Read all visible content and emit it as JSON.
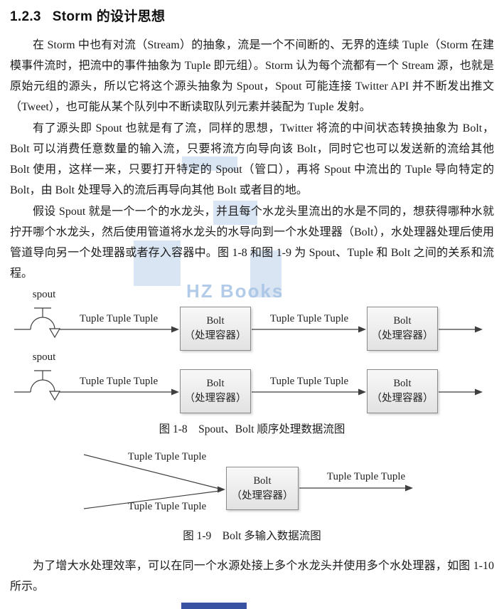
{
  "heading": {
    "number": "1.2.3",
    "title": "Storm 的设计思想"
  },
  "paragraphs": [
    "在 Storm 中也有对流（Stream）的抽象，流是一个不间断的、无界的连续 Tuple（Storm 在建模事件流时，把流中的事件抽象为 Tuple 即元组）。Storm 认为每个流都有一个 Stream 源，也就是原始元组的源头，所以它将这个源头抽象为 Spout，Spout 可能连接 Twitter API 并不断发出推文（Tweet），也可能从某个队列中不断读取队列元素并装配为 Tuple 发射。",
    "有了源头即 Spout 也就是有了流，同样的思想，Twitter 将流的中间状态转换抽象为 Bolt，Bolt 可以消费任意数量的输入流，只要将流方向导向该 Bolt，同时它也可以发送新的流给其他 Bolt 使用，这样一来，只要打开特定的 Spout（管口），再将 Spout 中流出的 Tuple 导向特定的 Bolt，由 Bolt 处理导入的流后再导向其他 Bolt 或者目的地。",
    "假设 Spout 就是一个一个的水龙头，并且每个水龙头里流出的水是不同的，想获得哪种水就拧开哪个水龙头，然后使用管道将水龙头的水导向到一个水处理器（Bolt），水处理器处理后使用管道导向另一个处理器或者存入容器中。图 1-8 和图 1-9 为 Spout、Tuple 和 Bolt 之间的关系和流程。",
    "为了增大水处理效率，可以在同一个水源处接上多个水龙头并使用多个水处理器，如图 1-10 所示。"
  ],
  "figure_1_8": {
    "spout_label": "spout",
    "tuple_label": "Tuple Tuple Tuple",
    "bolt_title": "Bolt",
    "bolt_subtitle": "（处理容器）",
    "caption": "图 1-8　Spout、Bolt 顺序处理数据流图"
  },
  "figure_1_9": {
    "tuple_label": "Tuple Tuple Tuple",
    "bolt_title": "Bolt",
    "bolt_subtitle": "（处理容器）",
    "caption": "图 1-9　Bolt 多输入数据流图"
  },
  "watermark": {
    "text": "HZ Books",
    "accent_color": "#a4c2e4",
    "footer_color": "#284399"
  }
}
